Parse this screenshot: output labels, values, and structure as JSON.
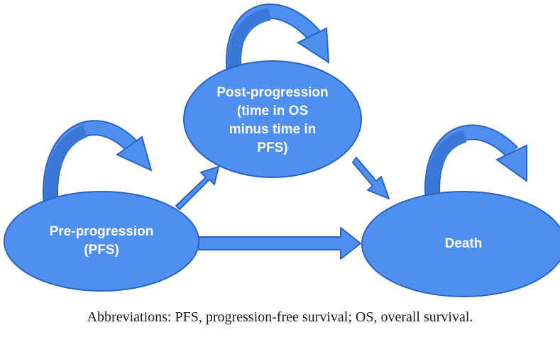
{
  "colors": {
    "node_fill": "#4e8ff0",
    "node_stroke": "#2a64c2",
    "arrow_fill": "#4e8ff0",
    "arrow_stroke": "#2a64c2",
    "loop_dark": "#3a77d6",
    "label_text": "#ffffff"
  },
  "nodes": {
    "pre": {
      "lines": [
        "Pre-progression",
        "(PFS)"
      ]
    },
    "post": {
      "lines": [
        "Post-progression",
        "(time in OS",
        "minus time in",
        "PFS)"
      ]
    },
    "death": {
      "lines": [
        "Death"
      ]
    }
  },
  "caption": "Abbreviations: PFS, progression-free survival; OS, overall survival."
}
